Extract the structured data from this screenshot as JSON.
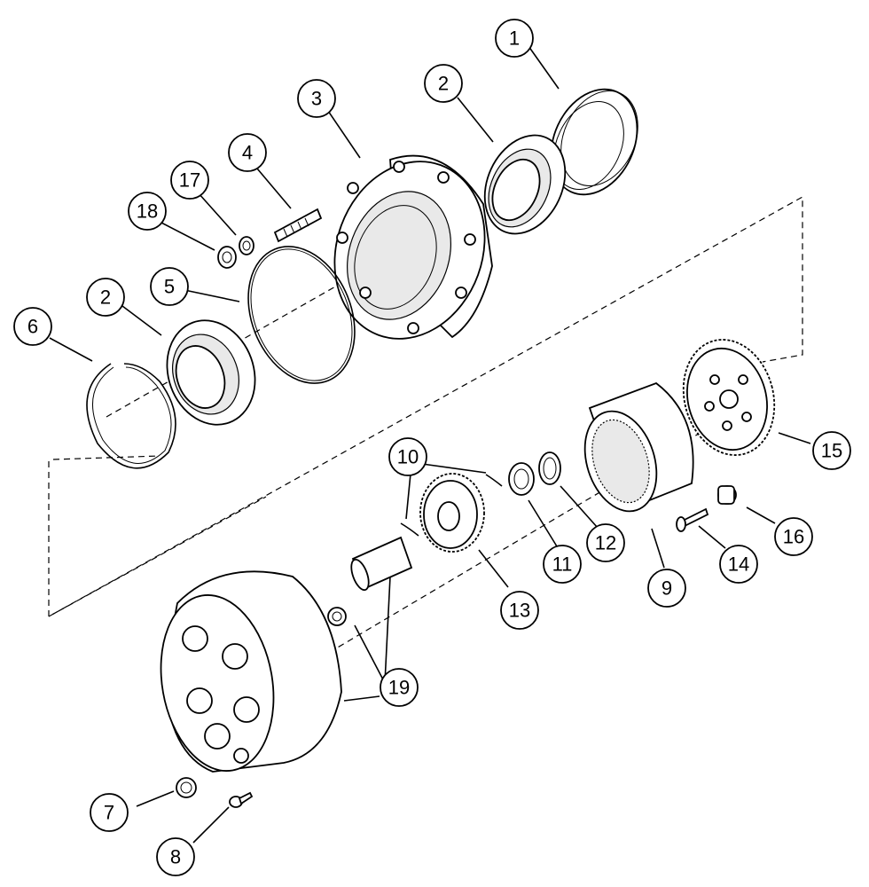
{
  "diagram": {
    "callouts": [
      {
        "id": "c1",
        "label": "1"
      },
      {
        "id": "c2a",
        "label": "2"
      },
      {
        "id": "c3",
        "label": "3"
      },
      {
        "id": "c4",
        "label": "4"
      },
      {
        "id": "c17",
        "label": "17"
      },
      {
        "id": "c18",
        "label": "18"
      },
      {
        "id": "c2b",
        "label": "2"
      },
      {
        "id": "c5",
        "label": "5"
      },
      {
        "id": "c6",
        "label": "6"
      },
      {
        "id": "c10",
        "label": "10"
      },
      {
        "id": "c11",
        "label": "11"
      },
      {
        "id": "c12",
        "label": "12"
      },
      {
        "id": "c13",
        "label": "13"
      },
      {
        "id": "c9",
        "label": "9"
      },
      {
        "id": "c14",
        "label": "14"
      },
      {
        "id": "c15",
        "label": "15"
      },
      {
        "id": "c16",
        "label": "16"
      },
      {
        "id": "c19",
        "label": "19"
      },
      {
        "id": "c7",
        "label": "7"
      },
      {
        "id": "c8",
        "label": "8"
      }
    ]
  }
}
